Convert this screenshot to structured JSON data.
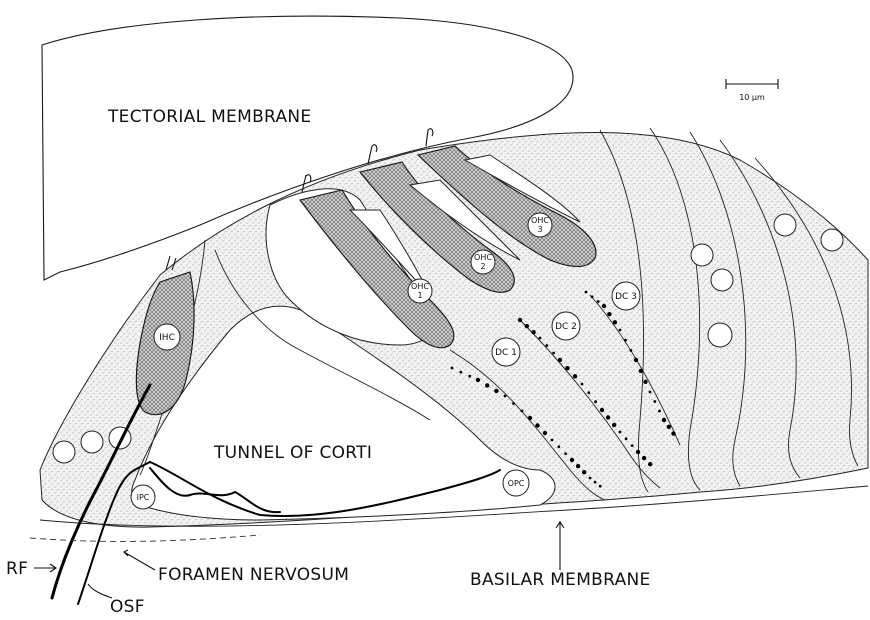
{
  "labels": {
    "tectorial_membrane": "TECTORIAL MEMBRANE",
    "tunnel_of_corti": "TUNNEL OF CORTI",
    "foramen_nervosum": "FORAMEN NERVOSUM",
    "basilar_membrane": "BASILAR MEMBRANE",
    "rf": "RF",
    "osf": "OSF",
    "scale_bar": "10 µm"
  },
  "cells": {
    "ihc": "IHC",
    "ohc1_top": "OHC",
    "ohc1_num": "1",
    "ohc2_top": "OHC",
    "ohc2_num": "2",
    "ohc3_top": "OHC",
    "ohc3_num": "3",
    "dc1": "DC 1",
    "dc2": "DC 2",
    "dc3": "DC 3",
    "ipc": "IPC",
    "opc": "OPC"
  },
  "colors": {
    "ink": "#111111",
    "stipple": "#9a9a9a",
    "background": "#ffffff"
  }
}
